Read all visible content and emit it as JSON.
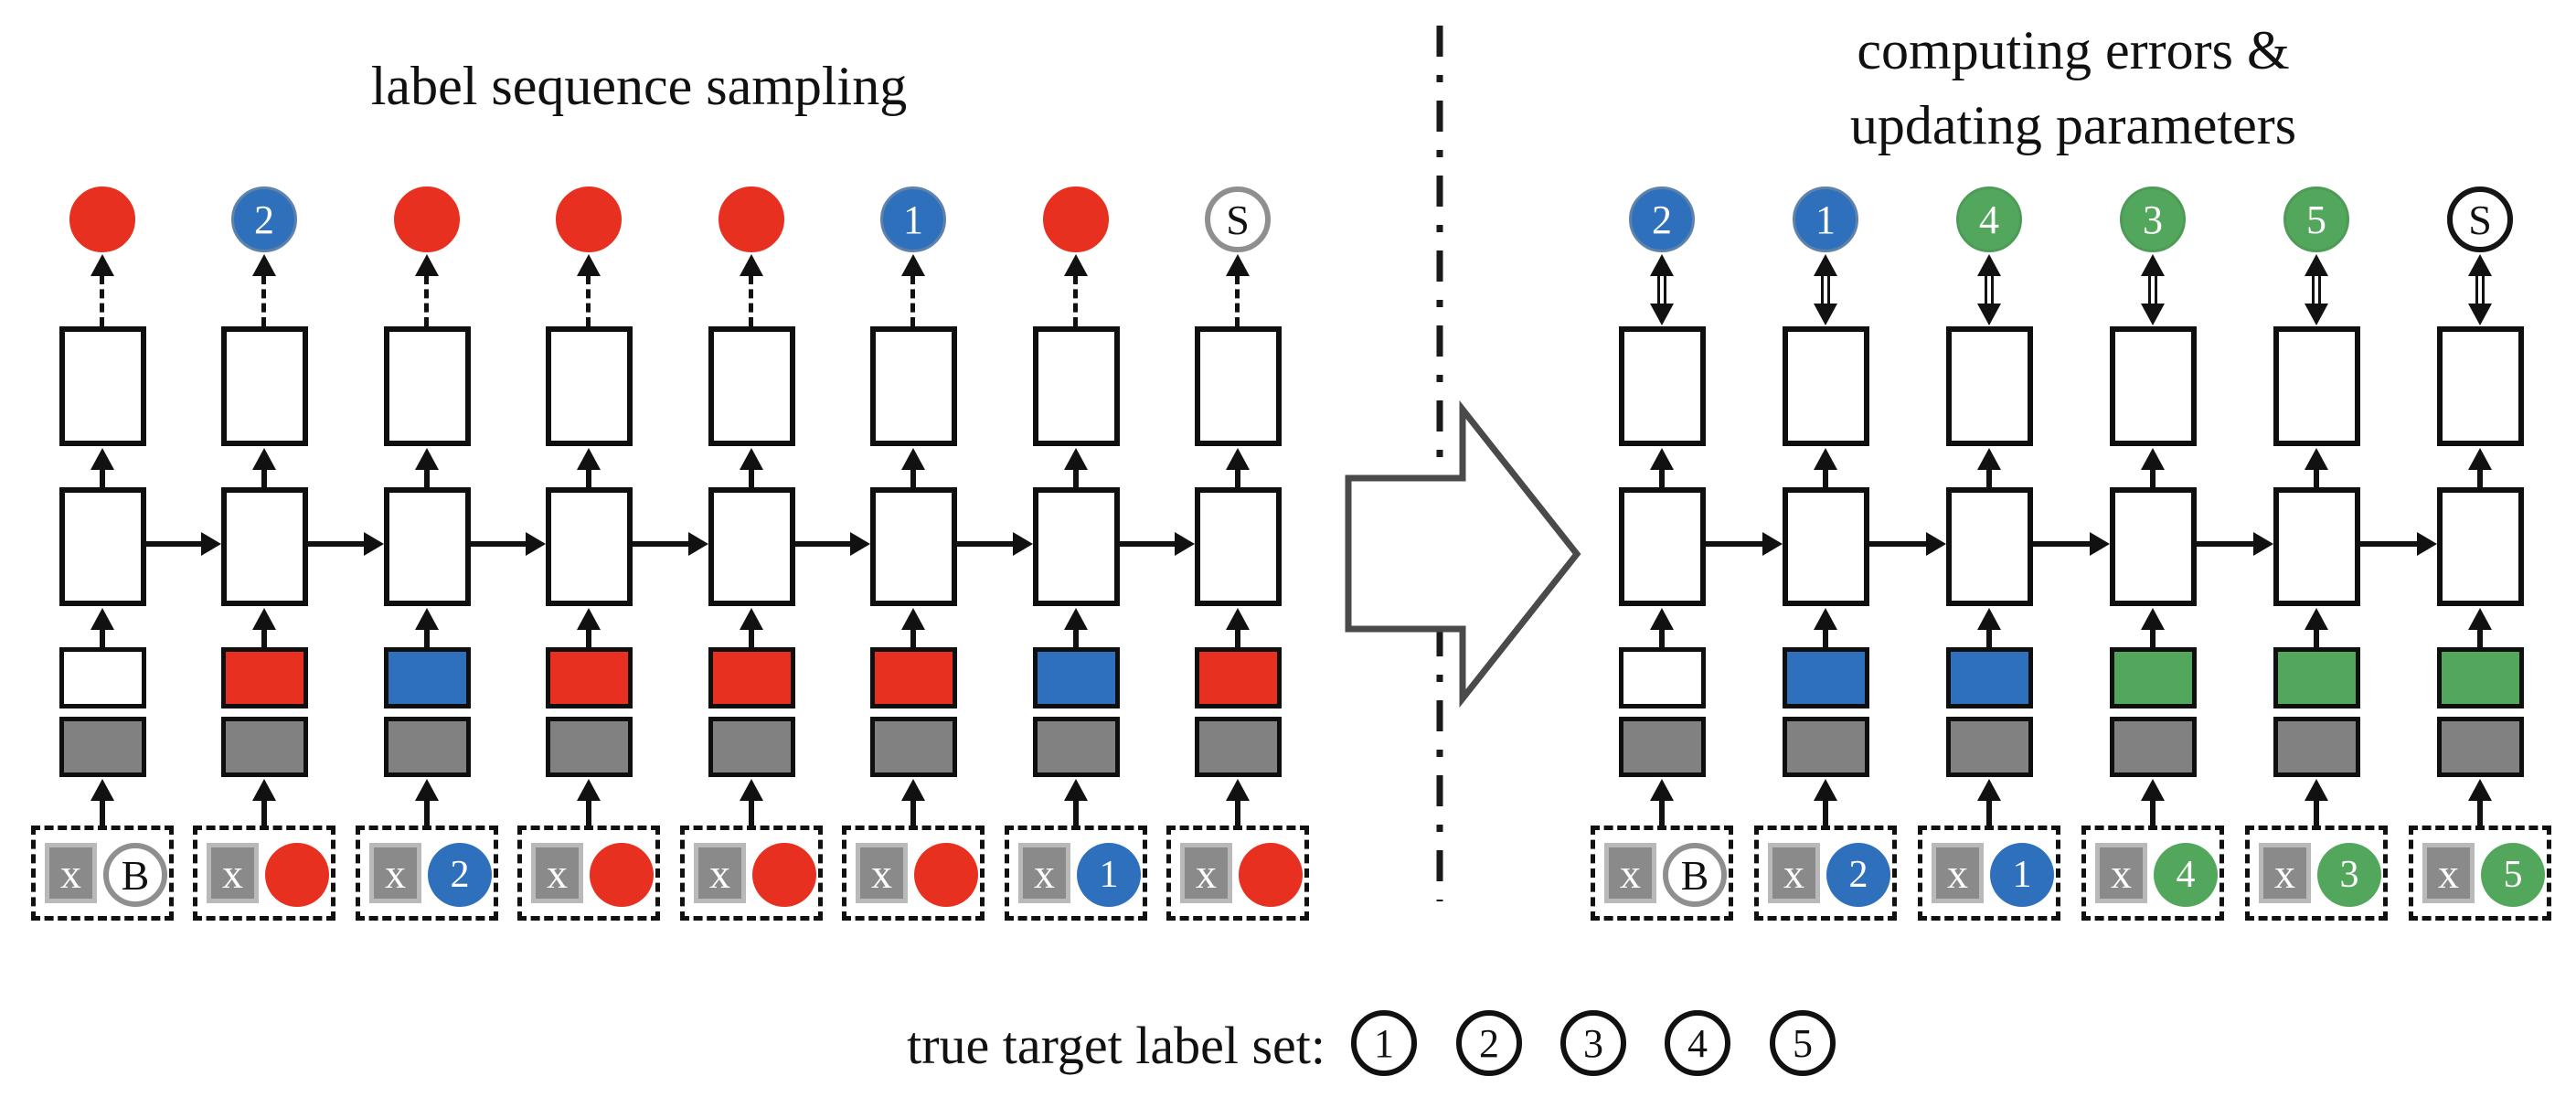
{
  "figure": {
    "left_title": "label sequence sampling",
    "right_title_line1": "computing errors &",
    "right_title_line2": "updating parameters",
    "bottom_label": "true target label set:",
    "target_set": [
      "1",
      "2",
      "3",
      "4",
      "5"
    ],
    "x_label": "x",
    "begin_symbol": "B",
    "stop_symbol": "S"
  },
  "colors": {
    "red": "#e73020",
    "blue": "#2f70bc",
    "green": "#52a75c",
    "white": "#ffffff",
    "feature_gray": "#818181",
    "chip_gray": "#8a8a8a",
    "chip_border": "#b9b9b9",
    "ring_gray": "#8f8f8f",
    "ring_black": "#151515",
    "ring_blue": "#5e82aa",
    "ring_green": "#4e9b58",
    "line_black": "#111111",
    "arrow_outline": "#4a4a4a"
  },
  "left_panel": {
    "arrow_style": "dashed-up",
    "columns": [
      {
        "top": {
          "label": "",
          "color": "red"
        },
        "embed": "white",
        "input": {
          "label": "B",
          "color": "white",
          "ring": "gray"
        }
      },
      {
        "top": {
          "label": "2",
          "color": "blue"
        },
        "embed": "red",
        "input": {
          "label": "",
          "color": "red"
        }
      },
      {
        "top": {
          "label": "",
          "color": "red"
        },
        "embed": "blue",
        "input": {
          "label": "2",
          "color": "blue"
        }
      },
      {
        "top": {
          "label": "",
          "color": "red"
        },
        "embed": "red",
        "input": {
          "label": "",
          "color": "red"
        }
      },
      {
        "top": {
          "label": "",
          "color": "red"
        },
        "embed": "red",
        "input": {
          "label": "",
          "color": "red"
        }
      },
      {
        "top": {
          "label": "1",
          "color": "blue"
        },
        "embed": "red",
        "input": {
          "label": "",
          "color": "red"
        }
      },
      {
        "top": {
          "label": "",
          "color": "red"
        },
        "embed": "blue",
        "input": {
          "label": "1",
          "color": "blue"
        }
      },
      {
        "top": {
          "label": "S",
          "color": "white",
          "ring": "gray"
        },
        "embed": "red",
        "input": {
          "label": "",
          "color": "red"
        }
      }
    ]
  },
  "right_panel": {
    "arrow_style": "double-headed",
    "columns": [
      {
        "top": {
          "label": "2",
          "color": "blue"
        },
        "embed": "white",
        "input": {
          "label": "B",
          "color": "white",
          "ring": "gray"
        }
      },
      {
        "top": {
          "label": "1",
          "color": "blue"
        },
        "embed": "blue",
        "input": {
          "label": "2",
          "color": "blue"
        }
      },
      {
        "top": {
          "label": "4",
          "color": "green"
        },
        "embed": "blue",
        "input": {
          "label": "1",
          "color": "blue"
        }
      },
      {
        "top": {
          "label": "3",
          "color": "green"
        },
        "embed": "green",
        "input": {
          "label": "4",
          "color": "green"
        }
      },
      {
        "top": {
          "label": "5",
          "color": "green"
        },
        "embed": "green",
        "input": {
          "label": "3",
          "color": "green"
        }
      },
      {
        "top": {
          "label": "S",
          "color": "white",
          "ring": "black"
        },
        "embed": "green",
        "input": {
          "label": "5",
          "color": "green"
        }
      }
    ]
  }
}
